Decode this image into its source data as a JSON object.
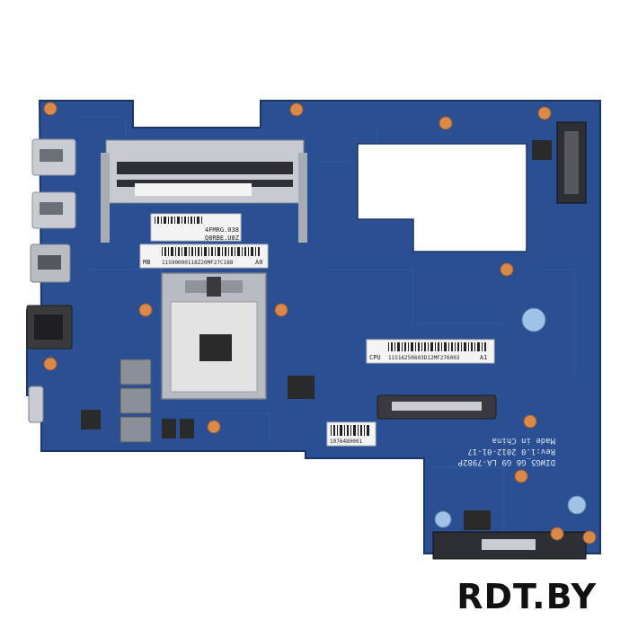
{
  "colors": {
    "pcb": "#2a4f93",
    "pcb_dark": "#1d3b74",
    "pcb_light": "#3a64a8",
    "metal": "#c9ccd2",
    "label_bg": "#f4f4f4",
    "mount_pad": "#d98a4a",
    "socket": "#e3e3e3",
    "chip": "#2a2a2a"
  },
  "labels": {
    "mb_label_top": "4FMRG.038",
    "mb_label_mid": "Q8RBE.U8Z",
    "mb_prefix": "MB",
    "mb_serial": "11S90000118Z20MF27C188",
    "mb_suffix": "A0",
    "cpu_prefix": "CPU",
    "cpu_serial": "11S16250603D12MF276003",
    "cpu_suffix": "A1",
    "silk_line1": "DIWG5_G6 G9 LA-7982P",
    "silk_line2": "Rev:1.0  2012-01-17",
    "silk_line3": "Made in China",
    "small_label": "1976480001"
  },
  "watermark": "RDT.BY"
}
